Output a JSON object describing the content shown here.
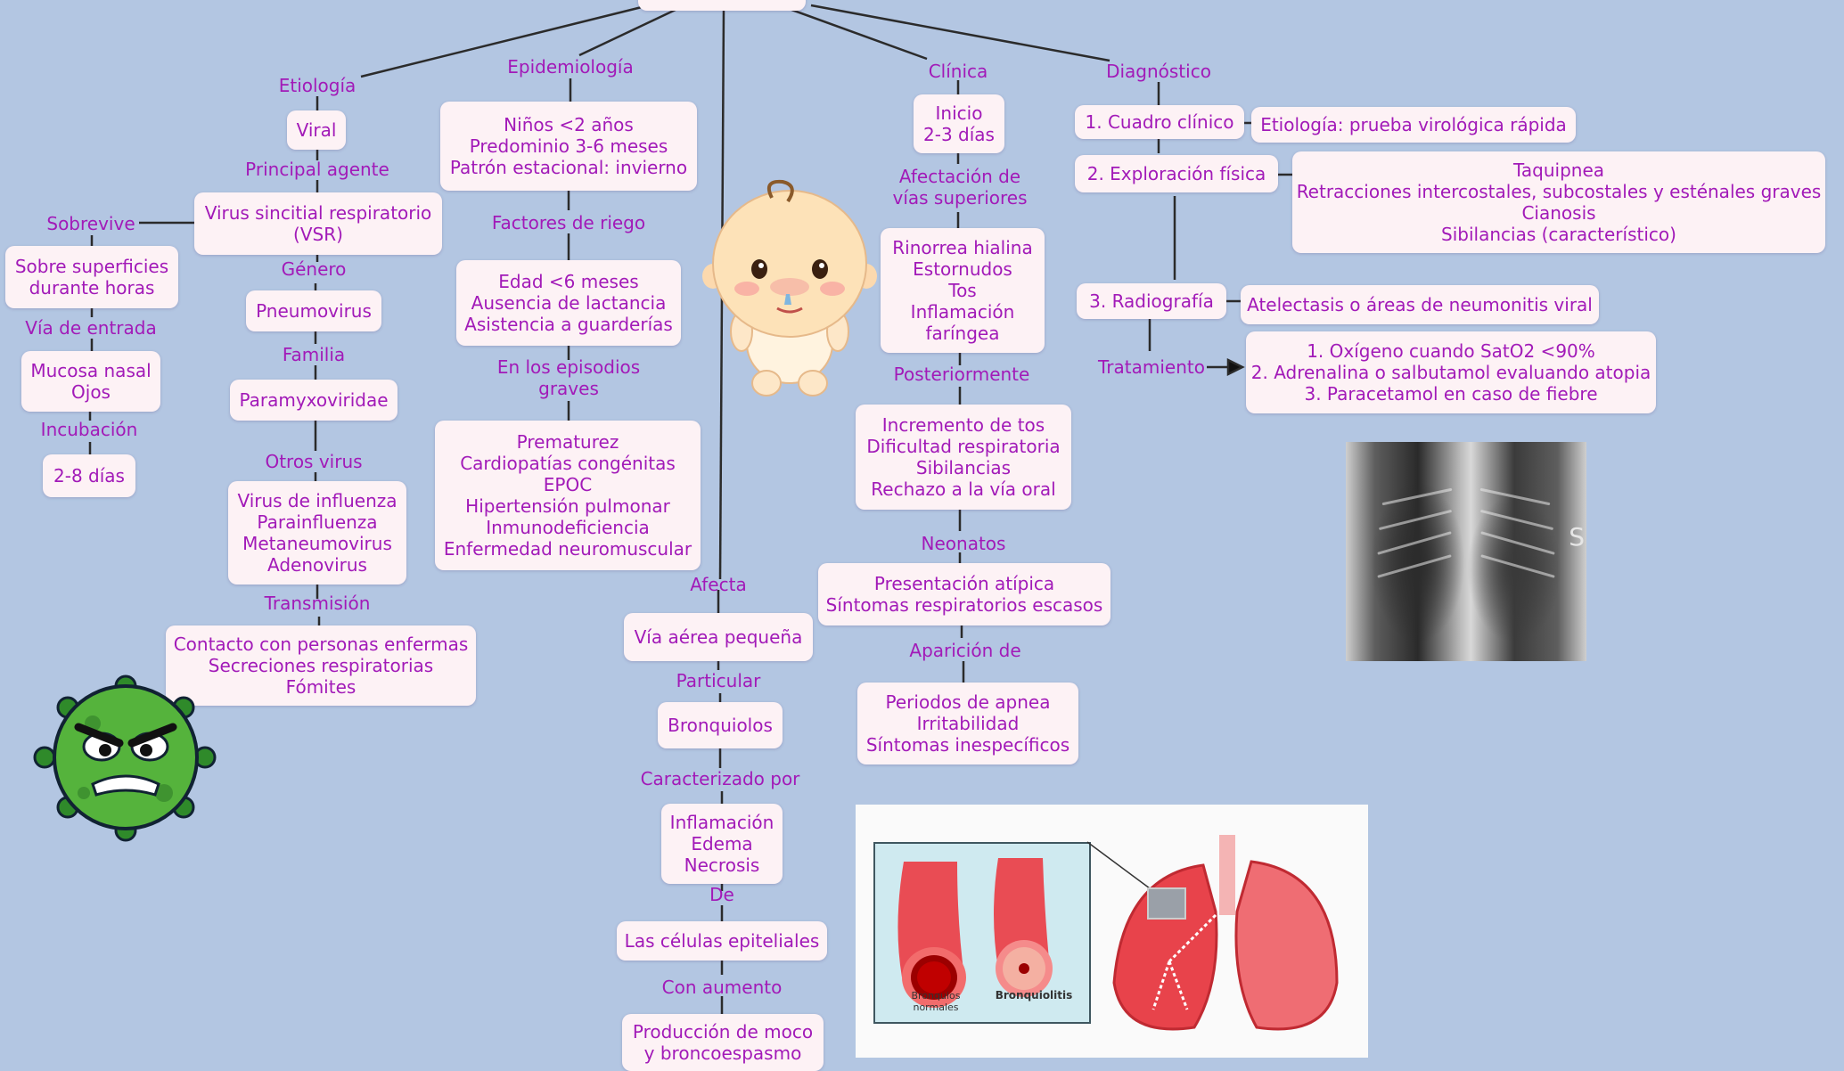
{
  "root_title": "",
  "etiologia": {
    "heading": "Etiología",
    "type": "Viral",
    "agent_label": "Principal agente",
    "agent": [
      "Virus sincitial respiratorio",
      "(VSR)"
    ],
    "survives_label": "Sobrevive",
    "survives": [
      "Sobre superficies",
      "durante horas"
    ],
    "entry_label": "Vía de entrada",
    "entry": [
      "Mucosa nasal",
      "Ojos"
    ],
    "incubation_label": "Incubación",
    "incubation": "2-8 días",
    "genus_label": "Género",
    "genus": "Pneumovirus",
    "family_label": "Familia",
    "family": "Paramyxoviridae",
    "other_label": "Otros virus",
    "other": [
      "Virus de influenza",
      "Parainfluenza",
      "Metaneumovirus",
      "Adenovirus"
    ],
    "transmission_label": "Transmisión",
    "transmission": [
      "Contacto con personas enfermas",
      "Secreciones respiratorias",
      "Fómites"
    ]
  },
  "epidemiologia": {
    "heading": "Epidemiología",
    "facts": [
      "Niños <2 años",
      "Predominio 3-6 meses",
      "Patrón estacional: invierno"
    ],
    "risk_label": "Factores de riego",
    "risk": [
      "Edad <6 meses",
      "Ausencia de lactancia",
      "Asistencia a guarderías"
    ],
    "severe_label": [
      "En los episodios",
      "graves"
    ],
    "severe": [
      "Prematurez",
      "Cardiopatías congénitas",
      "EPOC",
      "Hipertensión pulmonar",
      "Inmunodeficiencia",
      "Enfermedad neuromuscular"
    ]
  },
  "afecta": {
    "heading": "Afecta",
    "airway": "Vía aérea pequeña",
    "particular_label": "Particular",
    "particular": "Bronquiolos",
    "char_label": "Caracterizado por",
    "char": [
      "Inflamación",
      "Edema",
      "Necrosis"
    ],
    "of_label": "De",
    "cells": "Las células epiteliales",
    "increase_label": "Con aumento",
    "increase": [
      "Producción de moco",
      "y broncoespasmo"
    ]
  },
  "clinica": {
    "heading": "Clínica",
    "onset": [
      "Inicio",
      "2-3 días"
    ],
    "upper_label": [
      "Afectación de",
      "vías superiores"
    ],
    "upper": [
      "Rinorrea hialina",
      "Estornudos",
      "Tos",
      "Inflamación",
      "faríngea"
    ],
    "later_label": "Posteriormente",
    "later": [
      "Incremento de tos",
      "Dificultad respiratoria",
      "Sibilancias",
      "Rechazo a la vía oral"
    ],
    "neonates_label": "Neonatos",
    "neonates": [
      "Presentación atípica",
      "Síntomas respiratorios escasos"
    ],
    "appearance_label": "Aparición de",
    "appearance": [
      "Periodos de apnea",
      "Irritabilidad",
      "Síntomas inespecíficos"
    ]
  },
  "diagnostico": {
    "heading": "Diagnóstico",
    "step1": "1. Cuadro clínico",
    "step1_detail": "Etiología: prueba virológica rápida",
    "step2": "2. Exploración física",
    "step2_detail": [
      "Taquipnea",
      "Retracciones intercostales, subcostales y esténales graves",
      "Cianosis",
      "Sibilancias (característico)"
    ],
    "step3": "3. Radiografía",
    "step3_detail": "Atelectasis o áreas de neumonitis viral",
    "treatment_label": "Tratamiento",
    "treatment": [
      "1. Oxígeno cuando SatO2 <90%",
      "2. Adrenalina o salbutamol evaluando atopia",
      "3. Paracetamol en caso de fiebre"
    ]
  },
  "lung_image": {
    "normal_caption": [
      "Bronquios",
      "normales"
    ],
    "disease_caption": "Bronquiolitis"
  },
  "xray_letter": "S",
  "colors": {
    "background": "#b3c6e2",
    "text": "#a21ab8",
    "box": "#fdf2f5",
    "line": "#2b2b2b"
  }
}
